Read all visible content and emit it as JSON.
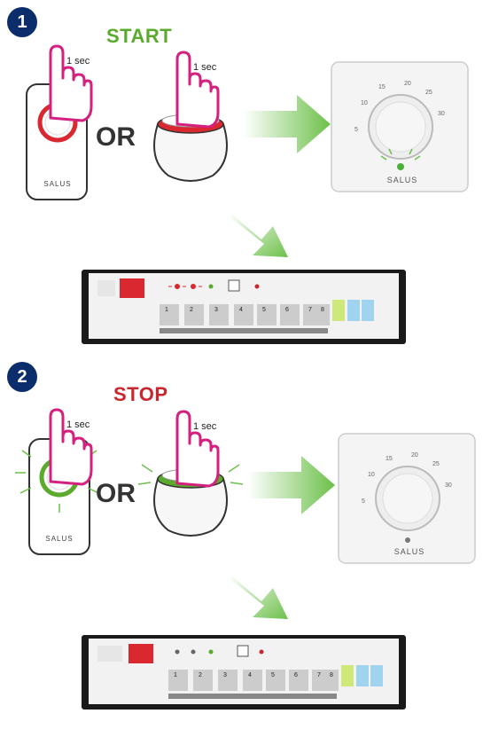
{
  "step1": {
    "number": "1",
    "title": "START",
    "remote_press_label": "1 sec",
    "gateway_press_label": "1 sec",
    "or_label": "OR",
    "remote_brand": "SALUS",
    "thermostat_brand": "SALUS",
    "ring_color": "#d9282f",
    "led_color": "#4caf3a"
  },
  "step2": {
    "number": "2",
    "title": "STOP",
    "remote_press_label": "1 sec",
    "gateway_press_label": "1 sec",
    "or_label": "OR",
    "remote_brand": "SALUS",
    "thermostat_brand": "SALUS",
    "ring_color": "#5aab2c"
  },
  "thermostat_scale": [
    "5",
    "10",
    "15",
    "20",
    "25",
    "30"
  ],
  "controller_zones": [
    "1",
    "2",
    "3",
    "4",
    "5",
    "6",
    "7",
    "8"
  ],
  "colors": {
    "arrow": "#6cc04a",
    "hand": "#d4207e",
    "badge": "#0c2d6b"
  }
}
